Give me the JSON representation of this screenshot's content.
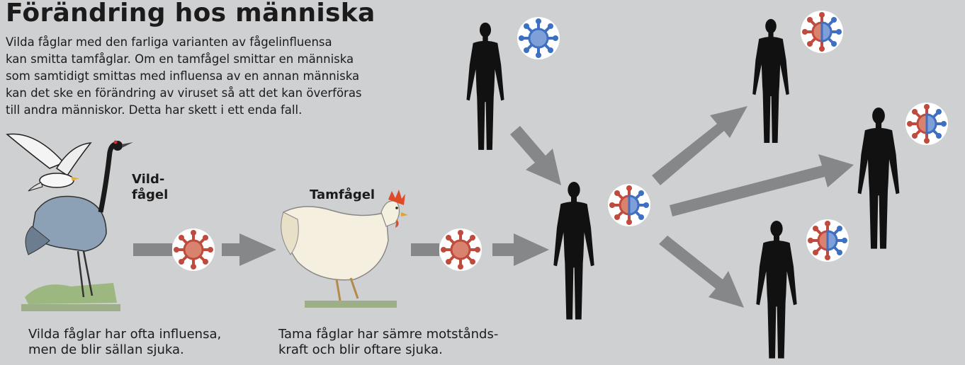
{
  "title": "Förändring hos människa",
  "intro_lines": [
    "Vilda fåglar med den farliga varianten av fågelinfluensa",
    "kan smitta tamfåglar. Om en tamfågel smittar en människa",
    "som samtidigt smittas med influensa av en annan människa",
    "kan det ske en förändring av viruset så att det kan överföras",
    "till andra människor. Detta har skett i ett enda fall."
  ],
  "wild_bird_label": [
    "Vild-",
    "fågel"
  ],
  "domestic_bird_label": "Tamfågel",
  "wild_bird_caption": [
    "Vilda fåglar har ofta influensa,",
    "men de blir sällan sjuka."
  ],
  "domestic_bird_caption": [
    "Tama fåglar har sämre motstånds-",
    "kraft och blir oftare sjuka."
  ],
  "colors": {
    "background": "#cfd0d2",
    "arrow": "#868788",
    "bird_virus": "#bf4a3e",
    "human_virus": "#3d6fc2",
    "silhouette": "#111111"
  }
}
